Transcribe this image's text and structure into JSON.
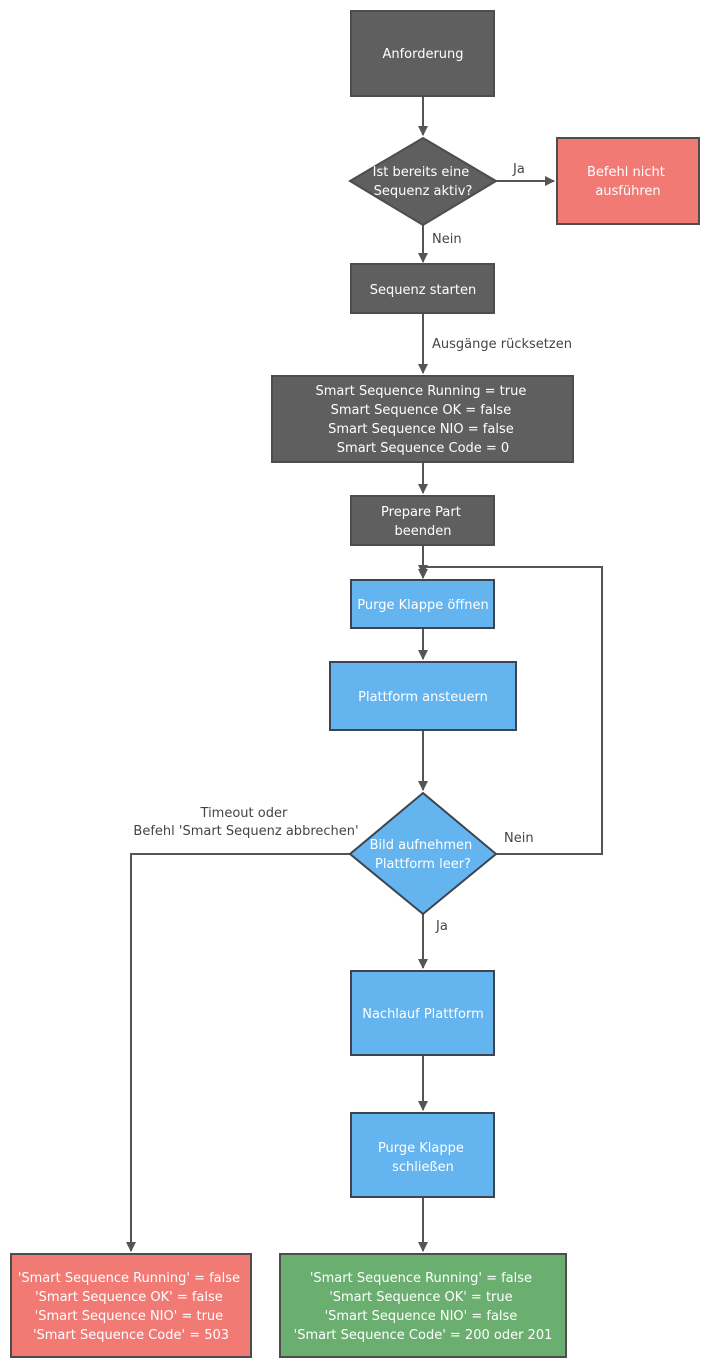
{
  "colors": {
    "process_dark": "#5f5f5f",
    "process_blue": "#64b4f0",
    "error_red": "#f27a75",
    "success_green": "#6aaf6f",
    "edge": "#555555"
  },
  "nodes": {
    "anforderung": {
      "lines": [
        "Anforderung"
      ]
    },
    "check_active": {
      "lines": [
        "Ist bereits eine",
        "Sequenz aktiv?"
      ]
    },
    "befehl_nicht": {
      "lines": [
        "Befehl nicht",
        "ausführen"
      ]
    },
    "sequenz_starten": {
      "lines": [
        "Sequenz starten"
      ]
    },
    "reset_outputs": {
      "lines": [
        "Smart Sequence Running = true",
        "Smart Sequence OK = false",
        "Smart Sequence NIO = false",
        "Smart Sequence Code = 0"
      ]
    },
    "prepare_part": {
      "lines": [
        "Prepare Part",
        "beenden"
      ]
    },
    "purge_open": {
      "lines": [
        "Purge Klappe öffnen"
      ]
    },
    "plattform_ansteuern": {
      "lines": [
        "Plattform ansteuern"
      ]
    },
    "bild_check": {
      "lines": [
        "Bild aufnehmen",
        "Plattform leer?"
      ]
    },
    "nachlauf": {
      "lines": [
        "Nachlauf Plattform"
      ]
    },
    "purge_close": {
      "lines": [
        "Purge Klappe",
        "schließen"
      ]
    },
    "result_error": {
      "lines": [
        "'Smart Sequence Running' = false",
        "'Smart Sequence OK' = false",
        "'Smart Sequence NIO' = true",
        "'Smart Sequence Code' = 503"
      ]
    },
    "result_ok": {
      "lines": [
        "'Smart Sequence Running' = false",
        "'Smart Sequence OK' = true",
        "'Smart Sequence NIO' = false",
        "'Smart Sequence Code' = 200 oder 201"
      ]
    }
  },
  "edge_labels": {
    "ja_top": "Ja",
    "nein_top": "Nein",
    "ausgaenge": "Ausgänge rücksetzen",
    "timeout_line1": "Timeout oder",
    "timeout_line2": "Befehl 'Smart Sequenz abbrechen'",
    "nein_loop": "Nein",
    "ja_bottom": "Ja"
  }
}
